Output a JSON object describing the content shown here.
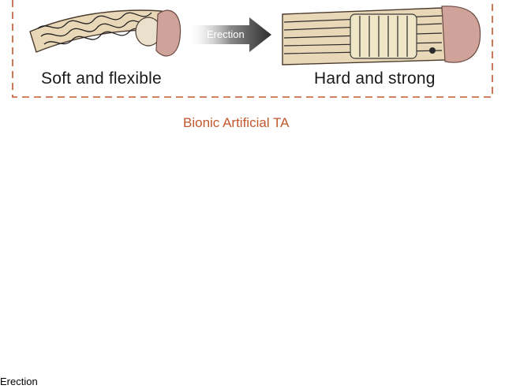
{
  "top_panel": {
    "left_caption": "Soft and flexible",
    "right_caption": "Hard and strong",
    "arrow_label": "Erection"
  },
  "middle_panel": {
    "title": "Bionic Artificial TA",
    "arrow_label": "Erection"
  },
  "colors": {
    "dashed_border": "#c2582d",
    "title_text": "#c2582d",
    "tissue": "#c9a08c",
    "gel_blue": "#a9c4e3",
    "arrow_gray": "#3a3a3a"
  },
  "icons": [
    "penis-soft-illustration",
    "penis-erect-illustration",
    "hydrogel-relaxed",
    "hydrogel-stretched",
    "syringe-icon",
    "implant-step-arrow"
  ]
}
